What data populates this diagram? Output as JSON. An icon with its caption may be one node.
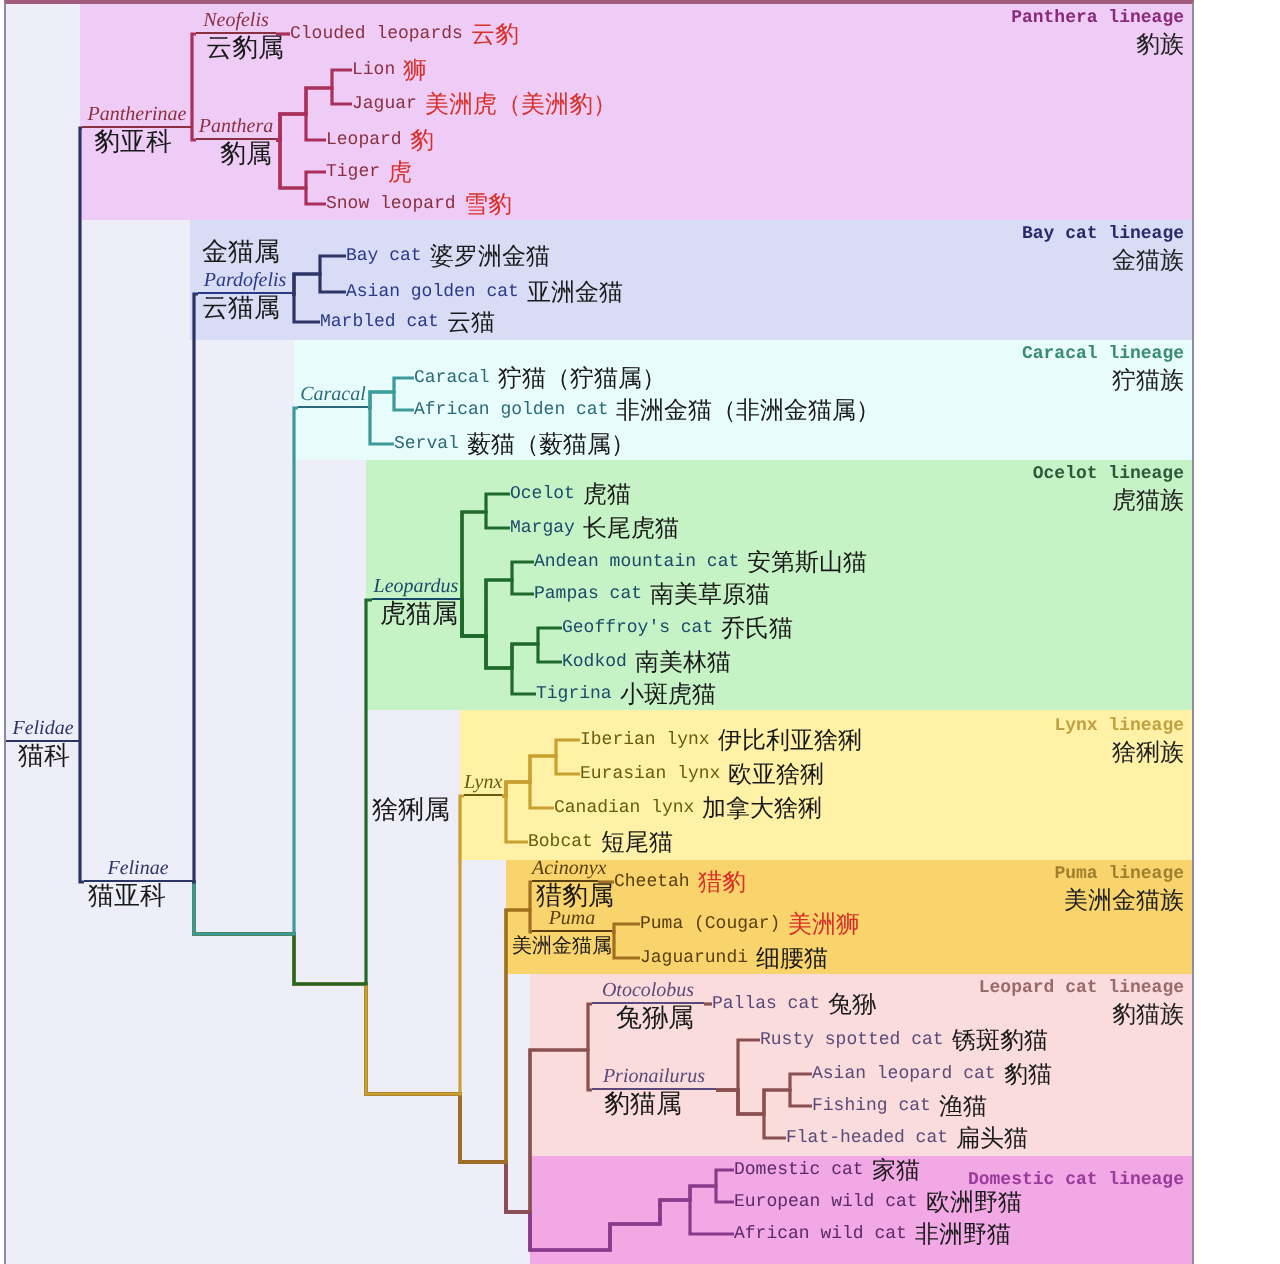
{
  "diagram": {
    "nodes": [
      {
        "text": [
          "Felidae",
          "猫科"
        ]
      },
      {
        "text": [
          "Panthera lineage",
          "豹族"
        ]
      },
      {
        "text": [
          "Pantherinae",
          "豹亚科"
        ],
        "in": 1
      },
      {
        "text": [
          "Neofelis",
          "云豹属"
        ],
        "in": 1
      },
      {
        "text": [
          "Clouded leopards",
          "云豹"
        ],
        "in": 1
      },
      {
        "text": [
          "Panthera",
          "豹属"
        ],
        "in": 1
      },
      {
        "text": [
          "Lion",
          "狮"
        ],
        "in": 1
      },
      {
        "text": [
          "Jaguar",
          "美洲虎（美洲豹）"
        ],
        "in": 1
      },
      {
        "text": [
          "Leopard",
          "豹"
        ],
        "in": 1
      },
      {
        "text": [
          "Tiger",
          "虎"
        ],
        "in": 1
      },
      {
        "text": [
          "Snow leopard",
          "雪豹"
        ],
        "in": 1
      },
      {
        "text": [
          "Bay cat lineage",
          "金猫族"
        ]
      },
      {
        "text": [
          "金猫属",
          "Pardofelis",
          "云猫属"
        ],
        "in": 11
      },
      {
        "text": [
          "Bay cat",
          "婆罗洲金猫"
        ],
        "in": 11
      },
      {
        "text": [
          "Asian golden cat",
          "亚洲金猫"
        ],
        "in": 11
      },
      {
        "text": [
          "Marbled cat",
          "云猫"
        ],
        "in": 11
      },
      {
        "text": [
          "Caracal lineage",
          "狞猫族"
        ]
      },
      {
        "text": [
          "Caracal"
        ],
        "in": 16
      },
      {
        "text": [
          "Caracal",
          "狞猫（狞猫属）"
        ],
        "in": 16
      },
      {
        "text": [
          "African golden cat",
          "非洲金猫（非洲金猫属）"
        ],
        "in": 16
      },
      {
        "text": [
          "Serval",
          "薮猫（薮猫属）"
        ],
        "in": 16
      },
      {
        "text": [
          "Ocelot lineage",
          "虎猫族"
        ]
      },
      {
        "text": [
          "Leopardus",
          "虎猫属"
        ],
        "in": 21
      },
      {
        "text": [
          "Ocelot",
          "虎猫"
        ],
        "in": 21
      },
      {
        "text": [
          "Margay",
          "长尾虎猫"
        ],
        "in": 21
      },
      {
        "text": [
          "Andean mountain cat",
          "安第斯山猫"
        ],
        "in": 21
      },
      {
        "text": [
          "Pampas cat",
          "南美草原猫"
        ],
        "in": 21
      },
      {
        "text": [
          "Geoffroy's cat",
          "乔氏猫"
        ],
        "in": 21
      },
      {
        "text": [
          "Kodkod",
          "南美林猫"
        ],
        "in": 21
      },
      {
        "text": [
          "Tigrina",
          "小斑虎猫"
        ],
        "in": 21
      },
      {
        "text": [
          "Lynx lineage",
          "猞猁族"
        ]
      },
      {
        "text": [
          "Lynx",
          "猞猁属"
        ]
      },
      {
        "text": [
          "Iberian lynx",
          "伊比利亚猞猁"
        ],
        "in": 30
      },
      {
        "text": [
          "Eurasian lynx",
          "欧亚猞猁"
        ],
        "in": 30
      },
      {
        "text": [
          "Canadian lynx",
          "加拿大猞猁"
        ],
        "in": 30
      },
      {
        "text": [
          "Bobcat",
          "短尾猫"
        ],
        "in": 30
      },
      {
        "text": [
          "Puma lineage",
          "美洲金猫族"
        ]
      },
      {
        "text": [
          "Acinonyx",
          "猎豹属"
        ],
        "in": 36
      },
      {
        "text": [
          "Cheetah",
          "猎豹"
        ],
        "in": 36
      },
      {
        "text": [
          "Puma",
          "美洲金猫属"
        ],
        "in": 36
      },
      {
        "text": [
          "Puma (Cougar)",
          "美洲狮"
        ],
        "in": 36
      },
      {
        "text": [
          "Jaguarundi",
          "细腰猫"
        ],
        "in": 36
      },
      {
        "text": [
          "Leopard cat lineage",
          "豹猫族"
        ]
      },
      {
        "text": [
          "Otocolobus",
          "兔狲属"
        ],
        "in": 42
      },
      {
        "text": [
          "Pallas cat",
          "兔狲"
        ],
        "in": 42
      },
      {
        "text": [
          "Prionailurus",
          "豹猫属"
        ],
        "in": 42
      },
      {
        "text": [
          "Rusty spotted cat",
          "锈斑豹猫"
        ],
        "in": 42
      },
      {
        "text": [
          "Asian leopard cat",
          "豹猫"
        ],
        "in": 42
      },
      {
        "text": [
          "Fishing cat",
          "渔猫"
        ],
        "in": 42
      },
      {
        "text": [
          "Flat-headed cat",
          "扁头猫"
        ],
        "in": 42
      },
      {
        "text": [
          "Domestic cat lineage"
        ]
      },
      {
        "text": [
          "Domestic cat",
          "家猫"
        ],
        "in": 50
      },
      {
        "text": [
          "European wild cat",
          "欧洲野猫"
        ],
        "in": 50
      },
      {
        "text": [
          "African wild cat",
          "非洲野猫"
        ],
        "in": 50
      },
      {
        "text": [
          "Felinae",
          "猫亚科"
        ]
      }
    ],
    "edges": [
      {
        "from": 0,
        "to": 2,
        "arrow": "none",
        "color": "#2c3566"
      },
      {
        "from": 0,
        "to": 54,
        "arrow": "none",
        "color": "#2c3566"
      },
      {
        "from": 2,
        "to": 3,
        "arrow": "none",
        "color": "#a8305a"
      },
      {
        "from": 2,
        "to": 5,
        "arrow": "none",
        "color": "#a8305a"
      },
      {
        "from": 3,
        "to": 4,
        "arrow": "none",
        "color": "#a8305a"
      },
      {
        "from": 5,
        "to": 6,
        "arrow": "none",
        "color": "#a8305a"
      },
      {
        "from": 5,
        "to": 7,
        "arrow": "none",
        "color": "#a8305a"
      },
      {
        "from": 5,
        "to": 8,
        "arrow": "none",
        "color": "#a8305a"
      },
      {
        "from": 5,
        "to": 9,
        "arrow": "none",
        "color": "#a8305a"
      },
      {
        "from": 5,
        "to": 10,
        "arrow": "none",
        "color": "#a8305a"
      },
      {
        "from": 54,
        "to": 12,
        "arrow": "none",
        "color": "#2c3566"
      },
      {
        "from": 12,
        "to": 13,
        "arrow": "none",
        "color": "#2c3566"
      },
      {
        "from": 12,
        "to": 14,
        "arrow": "none",
        "color": "#2c3566"
      },
      {
        "from": 12,
        "to": 15,
        "arrow": "none",
        "color": "#2c3566"
      },
      {
        "from": 54,
        "to": 17,
        "arrow": "none",
        "color": "#3b9a9a"
      },
      {
        "from": 17,
        "to": 18,
        "arrow": "none",
        "color": "#3b9a9a"
      },
      {
        "from": 17,
        "to": 19,
        "arrow": "none",
        "color": "#3b9a9a"
      },
      {
        "from": 17,
        "to": 20,
        "arrow": "none",
        "color": "#3b9a9a"
      },
      {
        "from": 54,
        "to": 22,
        "arrow": "none",
        "color": "#1f6a2a"
      },
      {
        "from": 22,
        "to": 23,
        "arrow": "none",
        "color": "#1f6a2a"
      },
      {
        "from": 22,
        "to": 24,
        "arrow": "none",
        "color": "#1f6a2a"
      },
      {
        "from": 22,
        "to": 25,
        "arrow": "none",
        "color": "#1f6a2a"
      },
      {
        "from": 22,
        "to": 26,
        "arrow": "none",
        "color": "#1f6a2a"
      },
      {
        "from": 22,
        "to": 27,
        "arrow": "none",
        "color": "#1f6a2a"
      },
      {
        "from": 22,
        "to": 28,
        "arrow": "none",
        "color": "#1f6a2a"
      },
      {
        "from": 22,
        "to": 29,
        "arrow": "none",
        "color": "#1f6a2a"
      },
      {
        "from": 54,
        "to": 31,
        "arrow": "none",
        "color": "#c8a030"
      },
      {
        "from": 31,
        "to": 32,
        "arrow": "none",
        "color": "#c8a030"
      },
      {
        "from": 31,
        "to": 33,
        "arrow": "none",
        "color": "#c8a030"
      },
      {
        "from": 31,
        "to": 34,
        "arrow": "none",
        "color": "#c8a030"
      },
      {
        "from": 31,
        "to": 35,
        "arrow": "none",
        "color": "#c8a030"
      },
      {
        "from": 54,
        "to": 37,
        "arrow": "none",
        "color": "#a07020"
      },
      {
        "from": 37,
        "to": 38,
        "arrow": "none",
        "color": "#a07020"
      },
      {
        "from": 54,
        "to": 39,
        "arrow": "none",
        "color": "#a07020"
      },
      {
        "from": 39,
        "to": 40,
        "arrow": "none",
        "color": "#a07020"
      },
      {
        "from": 39,
        "to": 41,
        "arrow": "none",
        "color": "#a07020"
      },
      {
        "from": 54,
        "to": 43,
        "arrow": "none",
        "color": "#8a5050"
      },
      {
        "from": 43,
        "to": 44,
        "arrow": "none",
        "color": "#8a5050"
      },
      {
        "from": 54,
        "to": 45,
        "arrow": "none",
        "color": "#8a5050"
      },
      {
        "from": 45,
        "to": 46,
        "arrow": "none",
        "color": "#8a5050"
      },
      {
        "from": 45,
        "to": 47,
        "arrow": "none",
        "color": "#8a5050"
      },
      {
        "from": 45,
        "to": 48,
        "arrow": "none",
        "color": "#8a5050"
      },
      {
        "from": 45,
        "to": 49,
        "arrow": "none",
        "color": "#8a5050"
      },
      {
        "from": 54,
        "to": 51,
        "arrow": "none",
        "color": "#8a3a8a"
      },
      {
        "from": 54,
        "to": 52,
        "arrow": "none",
        "color": "#8a3a8a"
      },
      {
        "from": 54,
        "to": 53,
        "arrow": "none",
        "color": "#8a3a8a"
      }
    ]
  }
}
